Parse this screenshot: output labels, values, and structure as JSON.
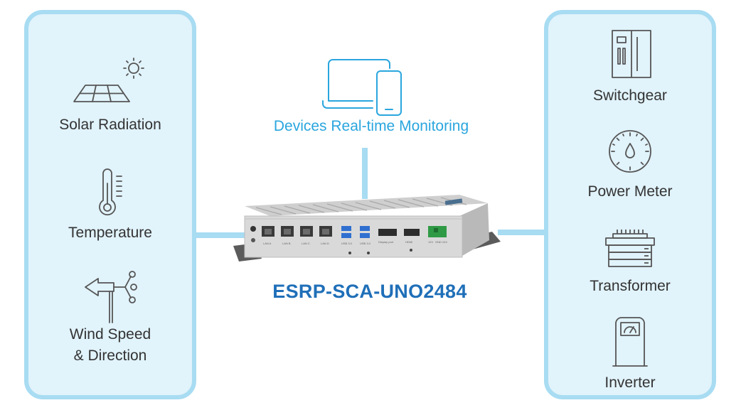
{
  "center": {
    "monitor_label": "Devices Real-time Monitoring",
    "device_name": "ESRP-SCA-UNO2484",
    "port_labels": [
      "LAN A",
      "LAN B",
      "LAN C",
      "LAN D",
      "USB 3.0",
      "USB 3.0",
      "Display port",
      "HDMI",
      "12V",
      "GND",
      "24V"
    ]
  },
  "left_panel": {
    "items": [
      {
        "label": "Solar Radiation",
        "icon": "solar-panel-sun-icon"
      },
      {
        "label": "Temperature",
        "icon": "thermometer-icon"
      },
      {
        "label_line1": "Wind Speed",
        "label_line2": "& Direction",
        "icon": "wind-vane-icon"
      }
    ]
  },
  "right_panel": {
    "items": [
      {
        "label": "Switchgear",
        "icon": "switchgear-cabinet-icon"
      },
      {
        "label": "Power Meter",
        "icon": "power-meter-dial-icon"
      },
      {
        "label": "Transformer",
        "icon": "transformer-icon"
      },
      {
        "label": "Inverter",
        "icon": "inverter-icon"
      }
    ]
  },
  "colors": {
    "panel_fill": "#e1f3fb",
    "panel_border": "#a8dcf2",
    "accent_blue": "#2aa6de",
    "title_blue": "#1f6fb8",
    "icon_gray": "#555555"
  }
}
